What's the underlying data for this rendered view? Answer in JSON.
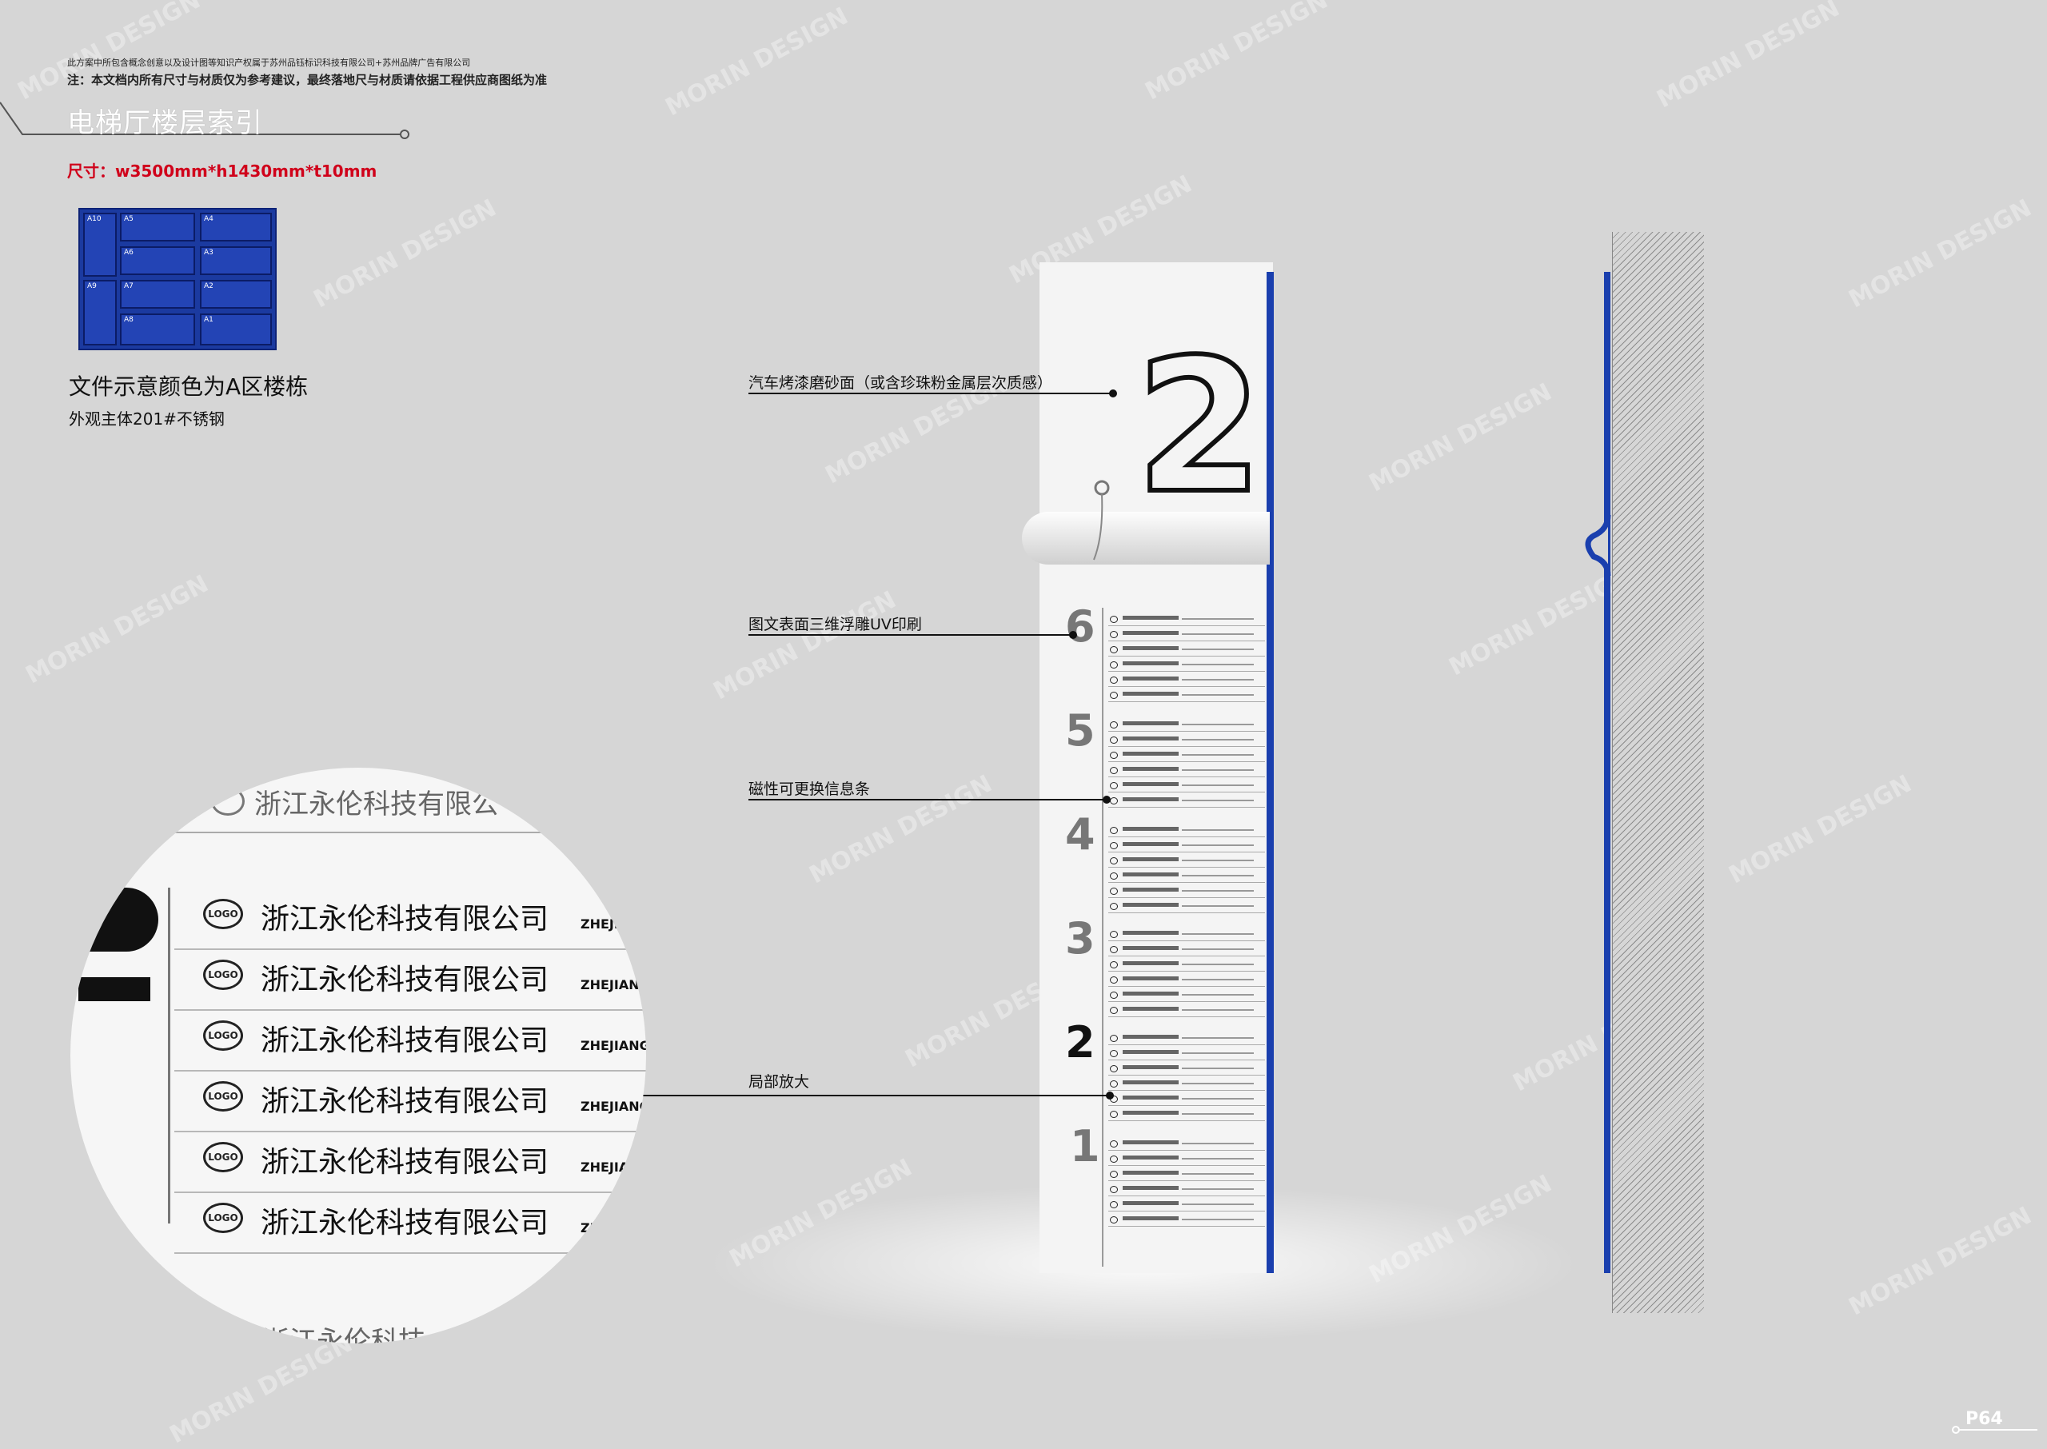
{
  "header": {
    "legal_note": "此方案中所包含概念创意以及设计图等知识产权属于苏州品钰标识科技有限公司+苏州品牌广告有限公司",
    "disclaimer": "注：本文档内所有尺寸与材质仅为参考建议，最终落地尺与材质请依据工程供应商图纸为准",
    "title": "电梯厅楼层索引",
    "size": "尺寸：w3500mm*h1430mm*t10mm"
  },
  "thumbnail": {
    "labels": [
      "A10",
      "A5",
      "A4",
      "A6",
      "A3",
      "A9",
      "A7",
      "A2",
      "A8",
      "A1"
    ]
  },
  "description": {
    "line1": "文件示意颜色为A区楼栋",
    "line2": "外观主体201#不锈钢"
  },
  "watermark": "MORIN DESIGN",
  "annotations": {
    "finish": "汽车烤漆磨砂面（或含珍珠粉金属层次质感）",
    "uv_print": "图文表面三维浮雕UV印刷",
    "magnetic": "磁性可更换信息条",
    "zoom": "局部放大"
  },
  "column": {
    "big_number": "2",
    "floors": [
      "6",
      "5",
      "4",
      "3",
      "2",
      "1"
    ]
  },
  "magnifier": {
    "logo_text": "LOGO",
    "company": "浙江永伦科技有限公司",
    "company_partial_top": "浙江永伦科技有限公",
    "company_partial_bottom": "浙江永伦科技",
    "en_rows": [
      "ZHEJIANG YO",
      "ZHEJIANG YONG",
      "ZHEJIANG YONG",
      "ZHEJIANG YON",
      "ZHEJIANG Y",
      "ZHE"
    ]
  },
  "colors": {
    "accent_blue": "#1a3fae",
    "size_red": "#d0021b",
    "background": "#d6d6d6"
  },
  "page": "P64"
}
